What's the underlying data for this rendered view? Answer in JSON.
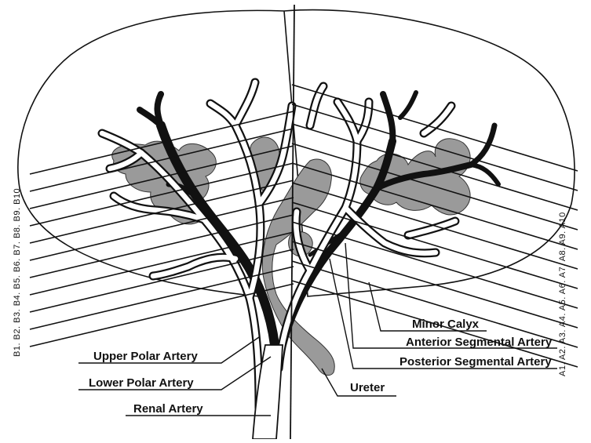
{
  "labels": {
    "upper_polar_artery": "Upper Polar Artery",
    "lower_polar_artery": "Lower Polar Artery",
    "renal_artery": "Renal Artery",
    "ureter": "Ureter",
    "minor_calyx": "Minor Calyx",
    "anterior_segmental_artery": "Anterior Segmental Artery",
    "posterior_segmental_artery": "Posterior Segmental Artery"
  },
  "side_labels": {
    "left": "B1. B2. B3. B4. B5. B6. B7. B8. B9. B10",
    "right": "A1. A2. A3. A4. A5. A6. A7. A8. A9. A10"
  },
  "colors": {
    "ink": "#111111",
    "artery_fill": "#ffffff",
    "collecting_system": "#9a9a9a",
    "background": "#ffffff"
  }
}
